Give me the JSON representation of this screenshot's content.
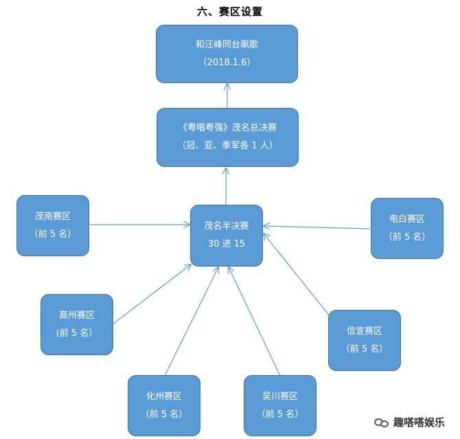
{
  "title": "六、赛区设置",
  "nodes": {
    "final_performance": {
      "line1": "和汪峰同台飙歌",
      "line2": "（2018.1.6）"
    },
    "final": {
      "line1": "《粤唱粤强》茂名总决赛",
      "line2": "（冠、亚、季军各 1 人）"
    },
    "semifinal": {
      "line1": "茂名半决赛",
      "line2": "30 进 15"
    },
    "maonan": {
      "line1": "茂南赛区",
      "line2": "（前 5 名）"
    },
    "dianbai": {
      "line1": "电白赛区",
      "line2": "（前 5 名）"
    },
    "gaozhou": {
      "line1": "高州赛区",
      "line2": "(前 5 名）"
    },
    "xinyi": {
      "line1": "信宜赛区",
      "line2": "（前 5 名）"
    },
    "huazhou": {
      "line1": "化州赛区",
      "line2": "（前 5 名）"
    },
    "wuchuan": {
      "line1": "吴川赛区",
      "line2": "（前 5 名）"
    }
  },
  "watermark": {
    "text": "趣嗒嗒娱乐"
  },
  "colors": {
    "node_fill": "#5b9bd5",
    "node_border": "#41719c",
    "arrow": "#5b9bd5"
  }
}
